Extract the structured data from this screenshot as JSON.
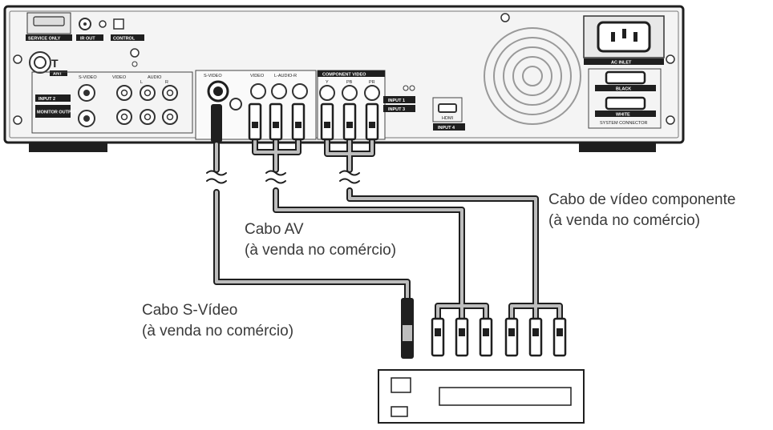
{
  "colors": {
    "ink": "#1f1f1f",
    "panel": "#f4f4f4",
    "shade": "#bdbdbd",
    "text": "#3a3a3a"
  },
  "tv_panel": {
    "service_only": "SERVICE ONLY",
    "ir_out": "IR OUT",
    "control": "CONTROL",
    "ant": "ANT",
    "s_video": "S-VIDEO",
    "video": "VIDEO",
    "audio": "AUDIO",
    "audio_l": "L",
    "audio_r": "R",
    "input_2": "INPUT 2",
    "monitor_output": "MONITOR OUTPUT",
    "s_video_1": "S-VIDEO",
    "video_1": "VIDEO",
    "audio_1": "L-AUDIO-R",
    "component_video": "COMPONENT VIDEO",
    "comp_y": "Y",
    "comp_pb": "PB",
    "comp_pr": "PR",
    "input_1": "INPUT 1",
    "input_3": "INPUT 3",
    "hdmi": "HDMI",
    "input_4": "INPUT 4",
    "ac_inlet": "AC INLET",
    "black": "BLACK",
    "white": "WHITE",
    "system_connector": "SYSTEM CONNECTOR"
  },
  "labels": {
    "component_cable": "Cabo de vídeo componente",
    "component_cable_note": "(à venda no comércio)",
    "av_cable": "Cabo AV",
    "av_cable_note": "(à venda no comércio)",
    "svideo_cable": "Cabo S-Vídeo",
    "svideo_cable_note": "(à venda no comércio)"
  }
}
